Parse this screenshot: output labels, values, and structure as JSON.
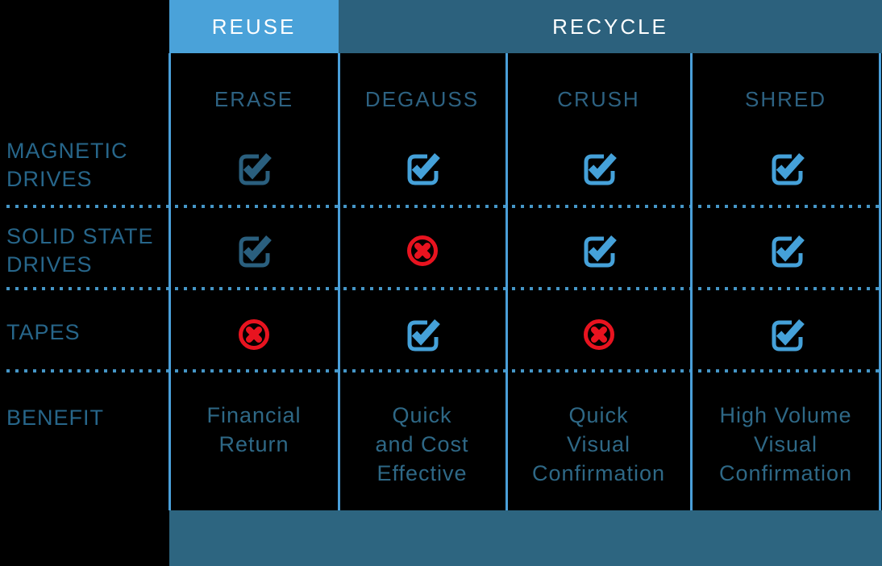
{
  "header": {
    "reuse_label": "REUSE",
    "recycle_label": "RECYCLE"
  },
  "columns": [
    {
      "id": "erase",
      "label": "ERASE"
    },
    {
      "id": "degauss",
      "label": "DEGAUSS"
    },
    {
      "id": "crush",
      "label": "CRUSH"
    },
    {
      "id": "shred",
      "label": "SHRED"
    }
  ],
  "rows": [
    {
      "id": "magnetic-drives",
      "label": "MAGNETIC DRIVES",
      "label_lines": [
        "MAGNETIC",
        "DRIVES"
      ],
      "cells": [
        "check-dark",
        "check",
        "check",
        "check"
      ]
    },
    {
      "id": "solid-state-drives",
      "label": "SOLID STATE DRIVES",
      "label_lines": [
        "SOLID STATE",
        "DRIVES"
      ],
      "cells": [
        "check-dark",
        "cross",
        "check",
        "check"
      ]
    },
    {
      "id": "tapes",
      "label": "TAPES",
      "label_lines": [
        "TAPES"
      ],
      "cells": [
        "cross",
        "check",
        "cross",
        "check"
      ]
    }
  ],
  "benefit": {
    "label": "BENEFIT",
    "values": [
      {
        "column": "erase",
        "text": "Financial Return",
        "lines": [
          "Financial",
          "Return"
        ]
      },
      {
        "column": "degauss",
        "text": "Quick and Cost Effective",
        "lines": [
          "Quick",
          "and Cost",
          "Effective"
        ]
      },
      {
        "column": "crush",
        "text": "Quick Visual Confirmation",
        "lines": [
          "Quick",
          "Visual",
          "Confirmation"
        ]
      },
      {
        "column": "shred",
        "text": "High Volume Visual Confirmation",
        "lines": [
          "High Volume",
          "Visual",
          "Confirmation"
        ]
      }
    ]
  },
  "icons": {
    "check": "check-square-icon",
    "cross": "cross-circle-icon"
  },
  "colors": {
    "background": "#000000",
    "reuse_bg": "#4aa2d9",
    "recycle_bg": "#2c617d",
    "bottom_bar_bg": "#2d6580",
    "header_text": "#ffffff",
    "column_label_text": "#2d6282",
    "row_label_text": "#27668a",
    "benefit_text": "#2e6886",
    "grid_line": "#4a9fd9",
    "dot_line": "#4596c7",
    "check_dark": "#2a5f7e",
    "check_blue": "#45a1d9",
    "cross_red": "#e8131f"
  }
}
